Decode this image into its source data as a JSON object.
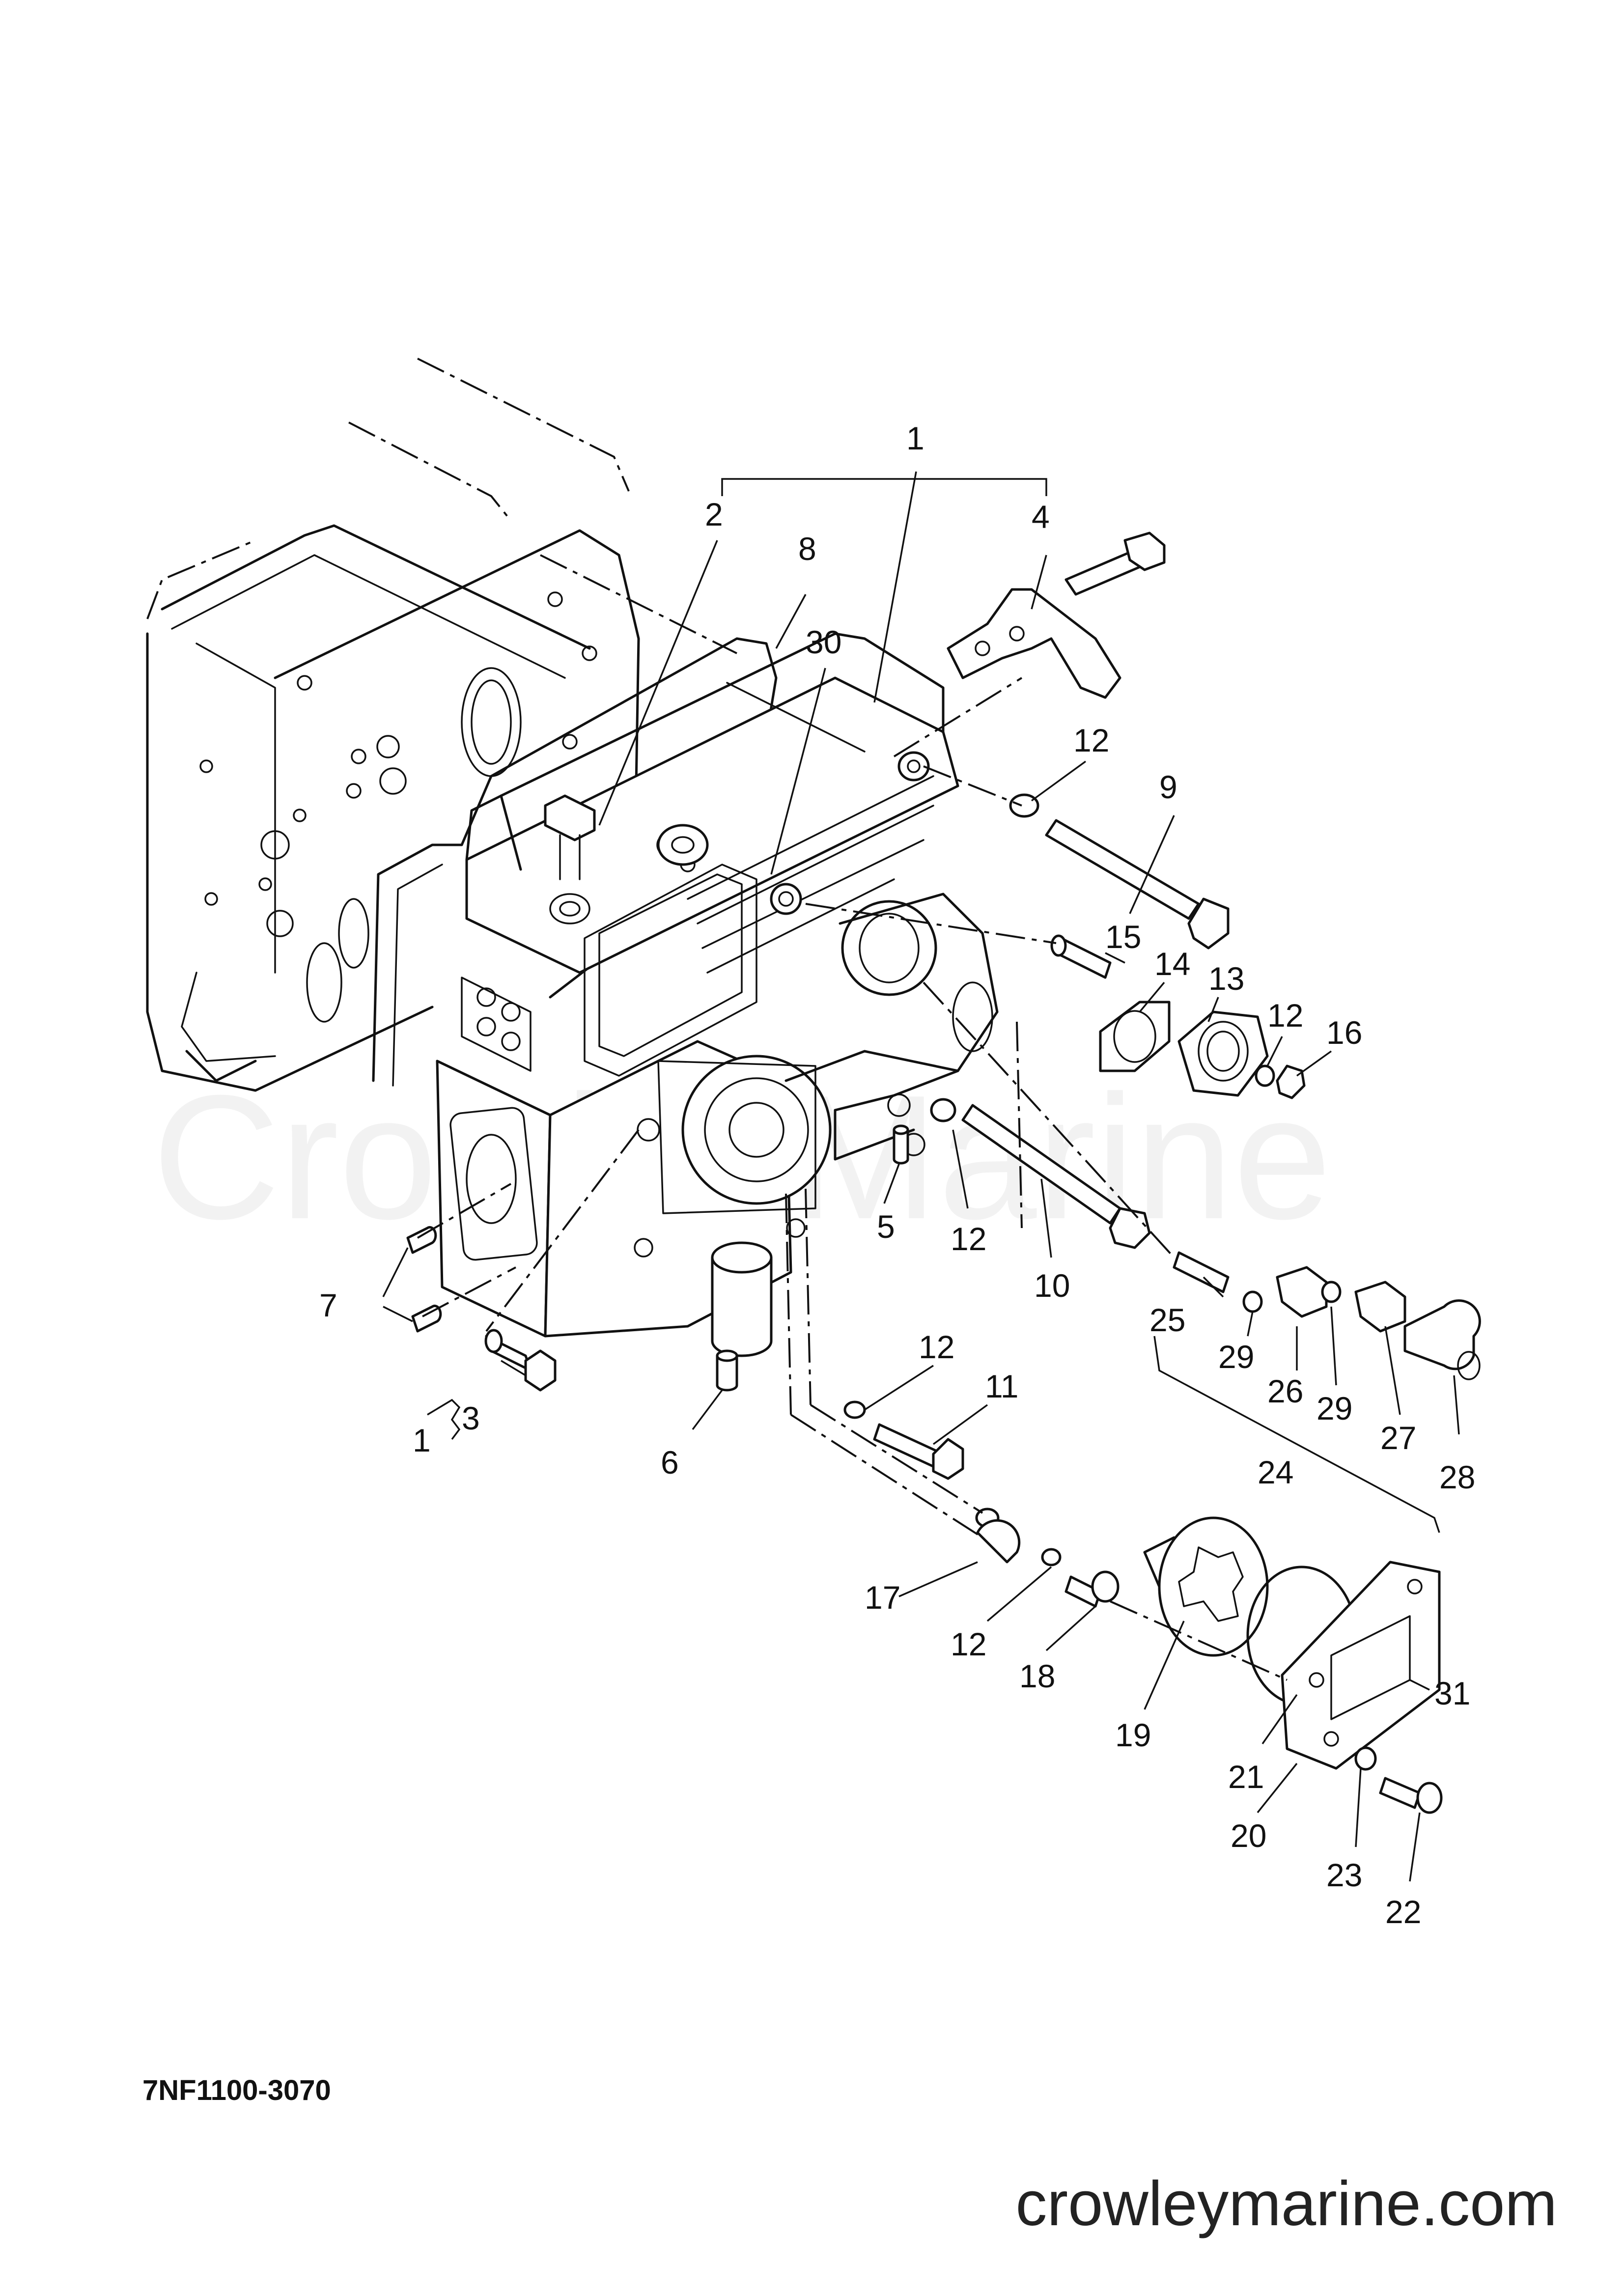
{
  "diagram": {
    "callouts": [
      {
        "id": "c1",
        "text": "1"
      },
      {
        "id": "c2",
        "text": "2"
      },
      {
        "id": "c4",
        "text": "4"
      },
      {
        "id": "c8",
        "text": "8"
      },
      {
        "id": "c30",
        "text": "30"
      },
      {
        "id": "c12a",
        "text": "12"
      },
      {
        "id": "c9",
        "text": "9"
      },
      {
        "id": "c15",
        "text": "15"
      },
      {
        "id": "c14",
        "text": "14"
      },
      {
        "id": "c13",
        "text": "13"
      },
      {
        "id": "c12b",
        "text": "12"
      },
      {
        "id": "c16",
        "text": "16"
      },
      {
        "id": "c12c",
        "text": "12"
      },
      {
        "id": "c5",
        "text": "5"
      },
      {
        "id": "c10",
        "text": "10"
      },
      {
        "id": "c7",
        "text": "7"
      },
      {
        "id": "c3",
        "text": "3"
      },
      {
        "id": "c1b",
        "text": "1"
      },
      {
        "id": "c6",
        "text": "6"
      },
      {
        "id": "c12d",
        "text": "12"
      },
      {
        "id": "c11",
        "text": "11"
      },
      {
        "id": "c25",
        "text": "25"
      },
      {
        "id": "c29a",
        "text": "29"
      },
      {
        "id": "c26",
        "text": "26"
      },
      {
        "id": "c29b",
        "text": "29"
      },
      {
        "id": "c27",
        "text": "27"
      },
      {
        "id": "c24",
        "text": "24"
      },
      {
        "id": "c28",
        "text": "28"
      },
      {
        "id": "c17",
        "text": "17"
      },
      {
        "id": "c12e",
        "text": "12"
      },
      {
        "id": "c18",
        "text": "18"
      },
      {
        "id": "c19",
        "text": "19"
      },
      {
        "id": "c31",
        "text": "31"
      },
      {
        "id": "c21",
        "text": "21"
      },
      {
        "id": "c20",
        "text": "20"
      },
      {
        "id": "c23",
        "text": "23"
      },
      {
        "id": "c22",
        "text": "22"
      }
    ],
    "drawing_code": "7NF1100-3070",
    "watermark": "CrowleyMarine",
    "site_url": "crowleymarine.com"
  }
}
